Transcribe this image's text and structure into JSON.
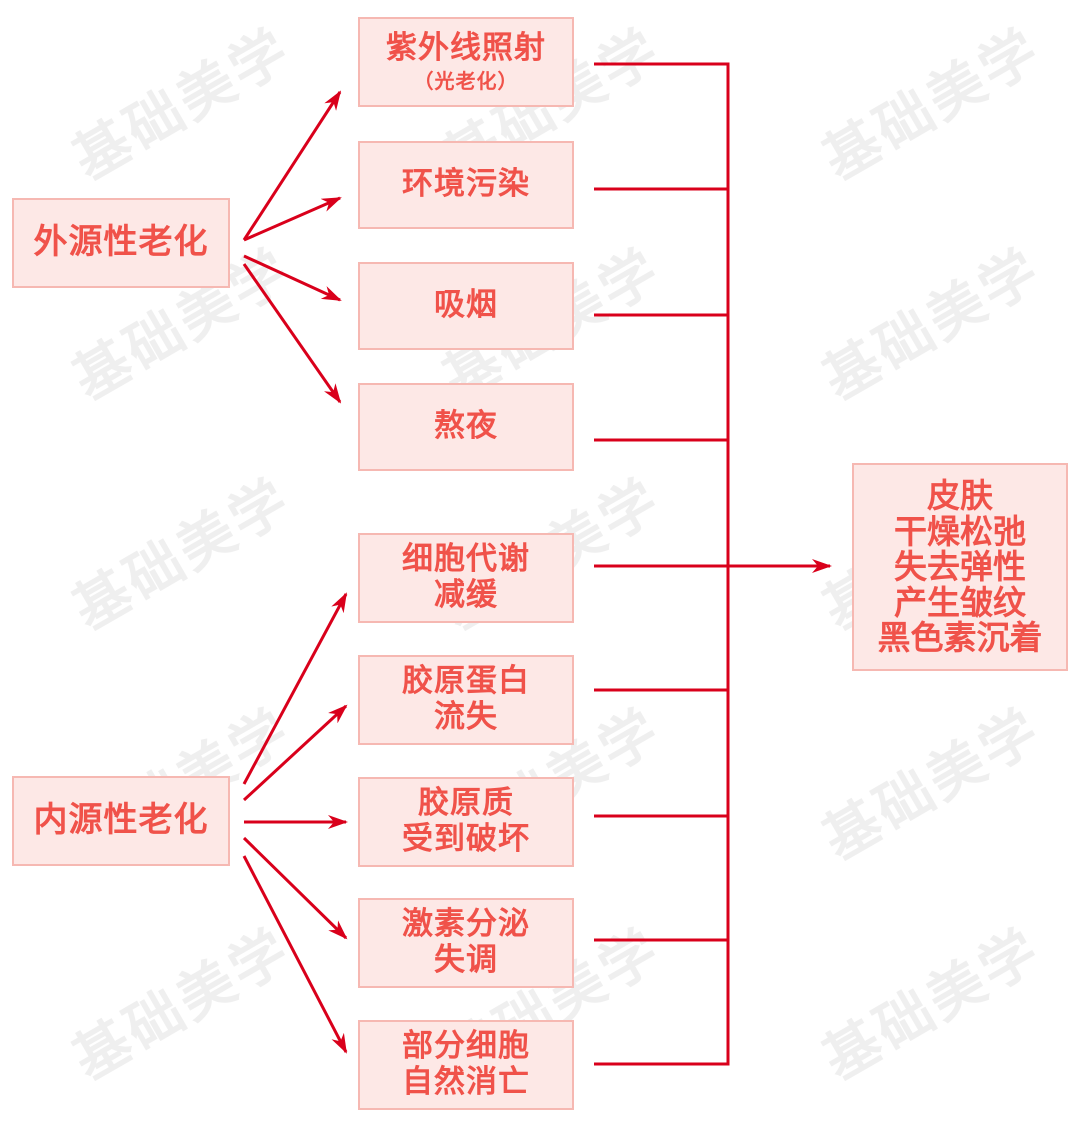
{
  "watermark": "基础美学",
  "colors": {
    "line": "#d9001b",
    "box_fill": "#fde8e6",
    "box_border": "#f6b8b2",
    "text": "#f0524a"
  },
  "sources": [
    {
      "id": "external",
      "label": "外源性老化"
    },
    {
      "id": "internal",
      "label": "内源性老化"
    }
  ],
  "factors": [
    {
      "label": "紫外线照射",
      "sub": "（光老化）"
    },
    {
      "label": "环境污染"
    },
    {
      "label": "吸烟"
    },
    {
      "label": "熬夜"
    },
    {
      "label": "细胞代谢\n减缓"
    },
    {
      "label": "胶原蛋白\n流失"
    },
    {
      "label": "胶原质\n受到破坏"
    },
    {
      "label": "激素分泌\n失调"
    },
    {
      "label": "部分细胞\n自然消亡"
    }
  ],
  "result": {
    "lines": [
      "皮肤",
      "干燥松弛",
      "失去弹性",
      "产生皱纹",
      "黑色素沉着"
    ]
  }
}
